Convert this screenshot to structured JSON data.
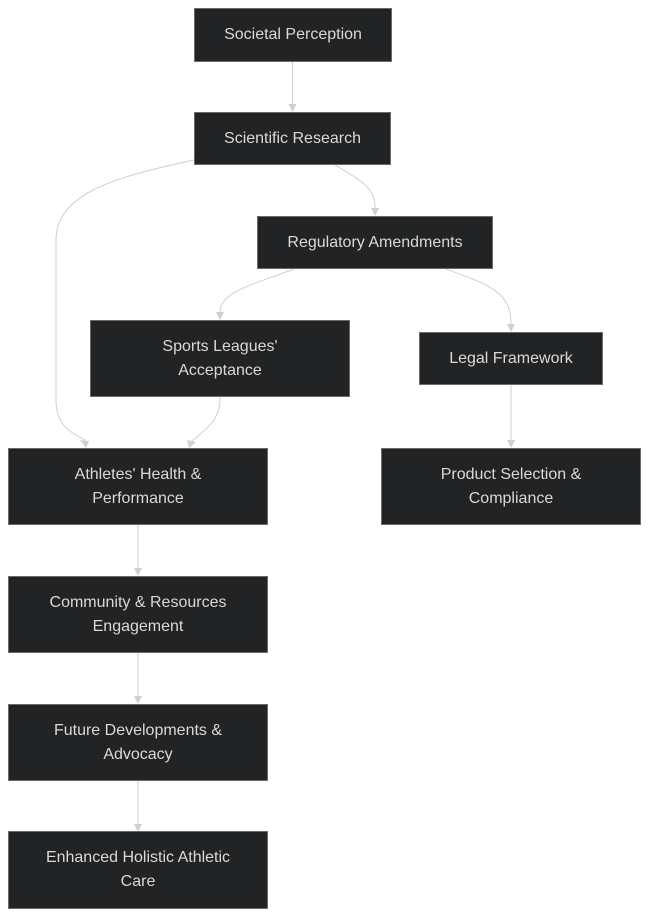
{
  "diagram": {
    "nodes": {
      "societal_perception": "Societal Perception",
      "scientific_research": "Scientific Research",
      "regulatory_amendments": "Regulatory Amendments",
      "sports_leagues_acceptance": "Sports Leagues' Acceptance",
      "legal_framework": "Legal Framework",
      "athletes_health_performance": "Athletes' Health & Performance",
      "product_selection_compliance": "Product Selection & Compliance",
      "community_resources_engagement": "Community & Resources Engagement",
      "future_developments_advocacy": "Future Developments & Advocacy",
      "enhanced_holistic_athletic_care": "Enhanced Holistic Athletic Care"
    },
    "edges": [
      {
        "from": "Societal Perception",
        "to": "Scientific Research"
      },
      {
        "from": "Scientific Research",
        "to": "Regulatory Amendments"
      },
      {
        "from": "Scientific Research",
        "to": "Athletes' Health & Performance"
      },
      {
        "from": "Regulatory Amendments",
        "to": "Sports Leagues' Acceptance"
      },
      {
        "from": "Regulatory Amendments",
        "to": "Legal Framework"
      },
      {
        "from": "Sports Leagues' Acceptance",
        "to": "Athletes' Health & Performance"
      },
      {
        "from": "Legal Framework",
        "to": "Product Selection & Compliance"
      },
      {
        "from": "Athletes' Health & Performance",
        "to": "Community & Resources Engagement"
      },
      {
        "from": "Community & Resources Engagement",
        "to": "Future Developments & Advocacy"
      },
      {
        "from": "Future Developments & Advocacy",
        "to": "Enhanced Holistic Athletic Care"
      }
    ],
    "colors": {
      "node_fill": "#222324",
      "node_border": "#6b6b6b",
      "node_text": "#d9d9d9",
      "edge": "#cfcfcf",
      "background": "#ffffff"
    }
  }
}
